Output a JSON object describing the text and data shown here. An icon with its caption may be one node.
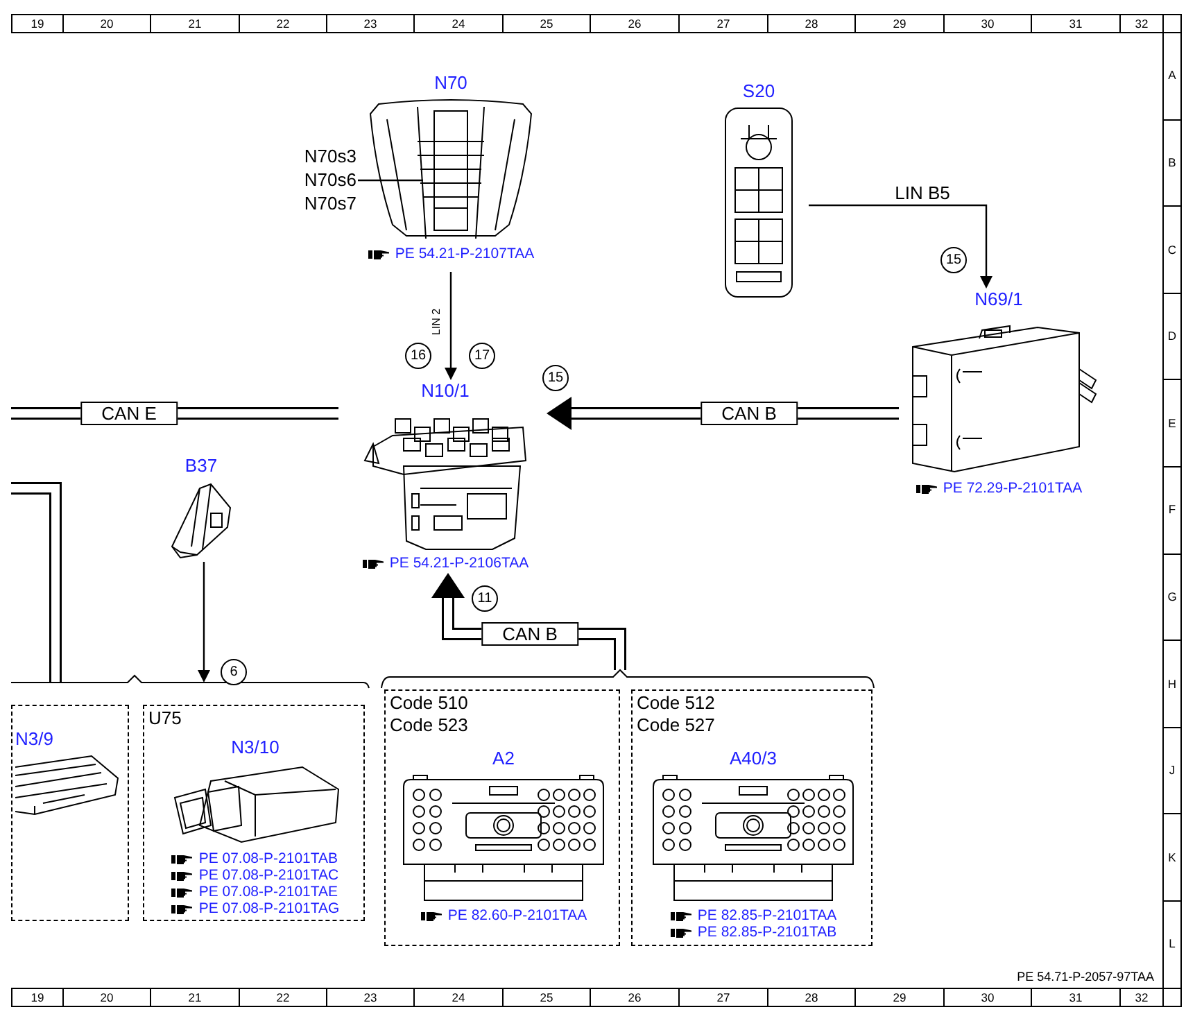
{
  "diagram": {
    "nodes": [
      {
        "text": [
          "N70",
          "PE 54.21-P-2107TAA"
        ]
      },
      {
        "text": [
          "N70s3",
          "N70s6",
          "N70s7"
        ]
      },
      {
        "text": [
          "S20"
        ]
      },
      {
        "text": [
          "N69/1",
          "PE 72.29-P-2101TAA"
        ]
      },
      {
        "text": [
          "N10/1",
          "PE 54.21-P-2106TAA"
        ]
      },
      {
        "text": [
          "B37"
        ]
      },
      {
        "text": [],
        "shape": "bracket"
      },
      {
        "text": [],
        "shape": "box"
      },
      {
        "text": [
          "N3/9"
        ],
        "in": 7
      },
      {
        "text": [
          "U75"
        ]
      },
      {
        "text": [
          "N3/10",
          "PE 07.08-P-2101TAB",
          "PE 07.08-P-2101TAC",
          "PE 07.08-P-2101TAE",
          "PE 07.08-P-2101TAG"
        ],
        "in": 9
      },
      {
        "text": [],
        "shape": "bracket"
      },
      {
        "text": [
          "Code 510",
          "Code 523"
        ]
      },
      {
        "text": [
          "A2",
          "PE 82.60-P-2101TAA"
        ],
        "in": 12
      },
      {
        "text": [
          "Code 512",
          "Code 527"
        ]
      },
      {
        "text": [
          "A40/3",
          "PE 82.85-P-2101TAA",
          "PE 82.85-P-2101TAB"
        ],
        "in": 14
      }
    ],
    "edges": [
      {
        "from": 0,
        "to": 4,
        "arrow": "to",
        "label": "LIN 2"
      },
      {
        "from": 2,
        "to": 3,
        "arrow": "to",
        "label": "LIN B5"
      },
      {
        "from": 3,
        "to": 4,
        "arrow": "to",
        "label": "CAN B",
        "style": "thick"
      },
      {
        "from": null,
        "to": 4,
        "arrow": "none",
        "label": "CAN E",
        "style": "thick"
      },
      {
        "from": 5,
        "to": 6,
        "arrow": "to"
      },
      {
        "from": null,
        "to": 6,
        "arrow": "none",
        "style": "thick"
      },
      {
        "from": 11,
        "to": 4,
        "arrow": "to",
        "label": "CAN B",
        "style": "thick"
      },
      {
        "from": 1,
        "to": 0,
        "arrow": "none"
      }
    ],
    "labels": [
      "19",
      "20",
      "21",
      "22",
      "23",
      "24",
      "25",
      "26",
      "27",
      "28",
      "29",
      "30",
      "31",
      "32",
      "A",
      "B",
      "C",
      "D",
      "E",
      "F",
      "G",
      "H",
      "J",
      "K",
      "L",
      "15",
      "16",
      "17",
      "15",
      "11",
      "6",
      "PE 54.71-P-2057-97TAA",
      "19",
      "20",
      "21",
      "22",
      "23",
      "24",
      "25",
      "26",
      "27",
      "28",
      "29",
      "30",
      "31",
      "32"
    ]
  }
}
